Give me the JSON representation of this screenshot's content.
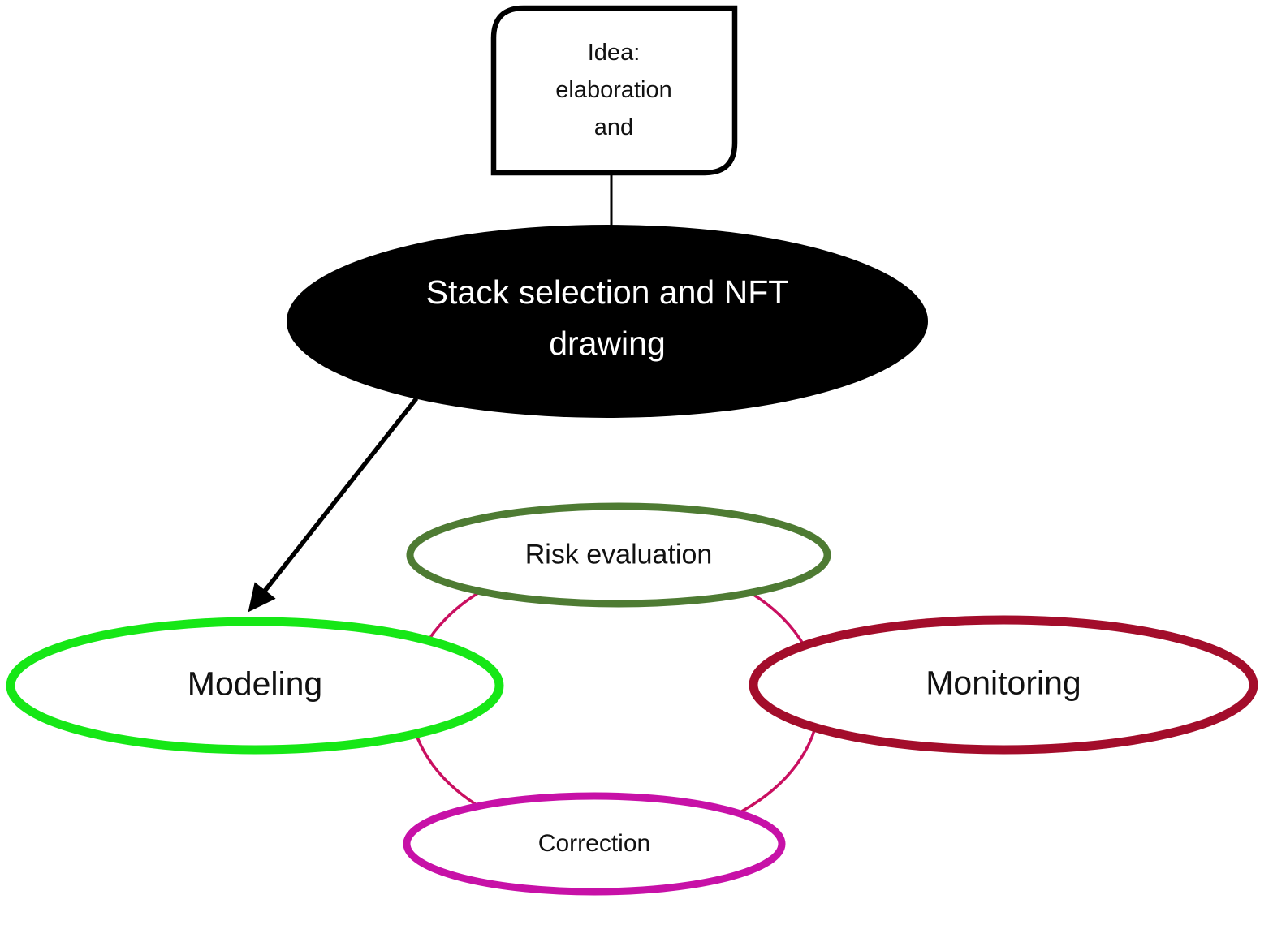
{
  "diagram": {
    "background_color": "#FFFFFF",
    "title_box": {
      "label": "Idea:\nelaboration\nand",
      "border_color": "#000000",
      "fill": "#FFFFFF"
    },
    "nodes": [
      {
        "id": "stack-selection",
        "label": "Stack selection and NFT\ndrawing",
        "shape": "ellipse",
        "fill": "#000000",
        "stroke": "#000000",
        "text_color": "#FFFFFF"
      },
      {
        "id": "risk-evaluation",
        "label": "Risk evaluation",
        "shape": "ellipse",
        "fill": "#FFFFFF",
        "stroke": "#4E7B33",
        "text_color": "#111111"
      },
      {
        "id": "modeling",
        "label": "Modeling",
        "shape": "ellipse",
        "fill": "#FFFFFF",
        "stroke": "#16E716",
        "text_color": "#111111"
      },
      {
        "id": "monitoring",
        "label": "Monitoring",
        "shape": "ellipse",
        "fill": "#FFFFFF",
        "stroke": "#A30D2B",
        "text_color": "#111111"
      },
      {
        "id": "correction",
        "label": "Correction",
        "shape": "ellipse",
        "fill": "#FFFFFF",
        "stroke": "#C711A7",
        "text_color": "#111111"
      }
    ],
    "connectors": {
      "box_to_stack_color": "#000000",
      "arrow_color": "#000000",
      "cycle_color": "#C90F60"
    }
  }
}
